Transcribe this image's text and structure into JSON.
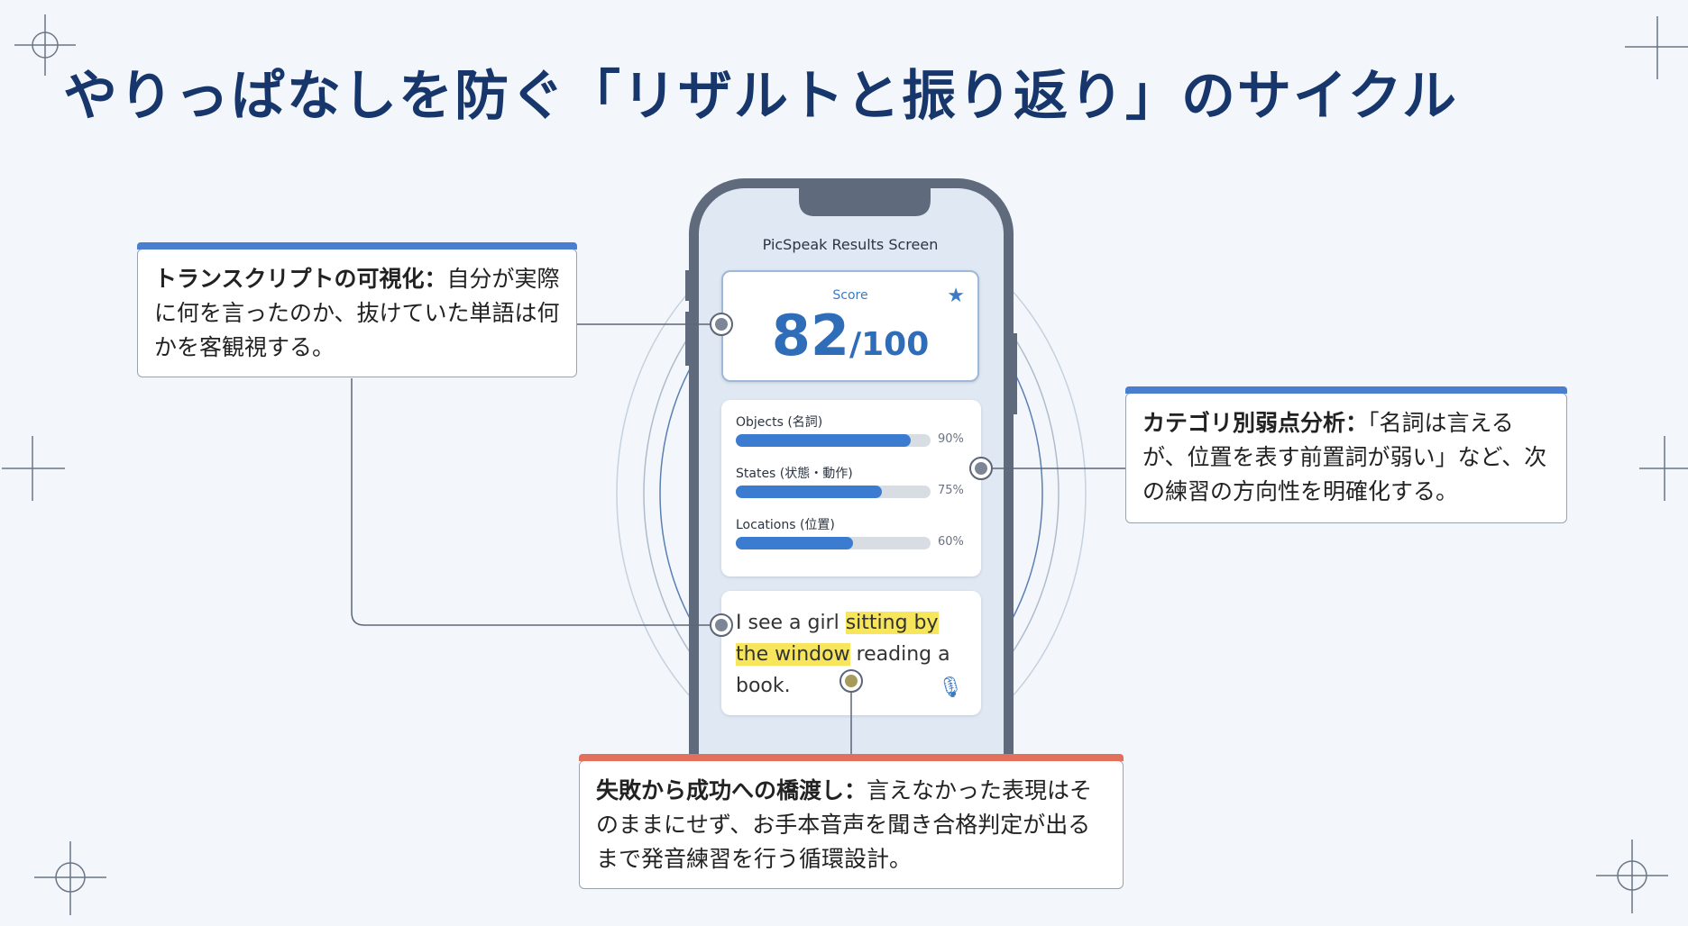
{
  "title": "やりっぱなしを防ぐ「リザルトと振り返り」のサイクル",
  "phone": {
    "app_title": "PicSpeak Results Screen",
    "score": {
      "label": "Score",
      "value": "82",
      "total": "/100",
      "icon": "star-icon"
    },
    "categories": [
      {
        "label": "Objects (名詞)",
        "percent": "90%",
        "fraction": 0.9
      },
      {
        "label": "States (状態・動作)",
        "percent": "75%",
        "fraction": 0.75
      },
      {
        "label": "Locations (位置)",
        "percent": "60%",
        "fraction": 0.6
      }
    ],
    "transcript": {
      "part1": "I see a girl ",
      "highlight1": "sitting by",
      "space": " ",
      "highlight2": "the window",
      "part2": " reading a book.",
      "icon": "microphone-icon"
    }
  },
  "callouts": [
    {
      "heading": "トランスクリプトの可視化：",
      "text": "自分が実際に何を言ったのか、抜けていた単語は何かを客観視する。",
      "accent": "#4a7fd0"
    },
    {
      "heading": "カテゴリ別弱点分析：",
      "text": "「名詞は言えるが、位置を表す前置詞が弱い」など、次の練習の方向性を明確化する。",
      "accent": "#4a7fd0"
    },
    {
      "heading": "失敗から成功への橋渡し：",
      "text": "言えなかった表現はそのままにせず、お手本音声を聞き合格判定が出るまで発音練習を行う循環設計。",
      "accent": "#e2705c"
    }
  ],
  "colors": {
    "title": "#17366b",
    "bar": "#3b7bd0",
    "highlight": "#f7e65c",
    "accent_blue": "#4a7fd0",
    "accent_red": "#e2705c"
  }
}
